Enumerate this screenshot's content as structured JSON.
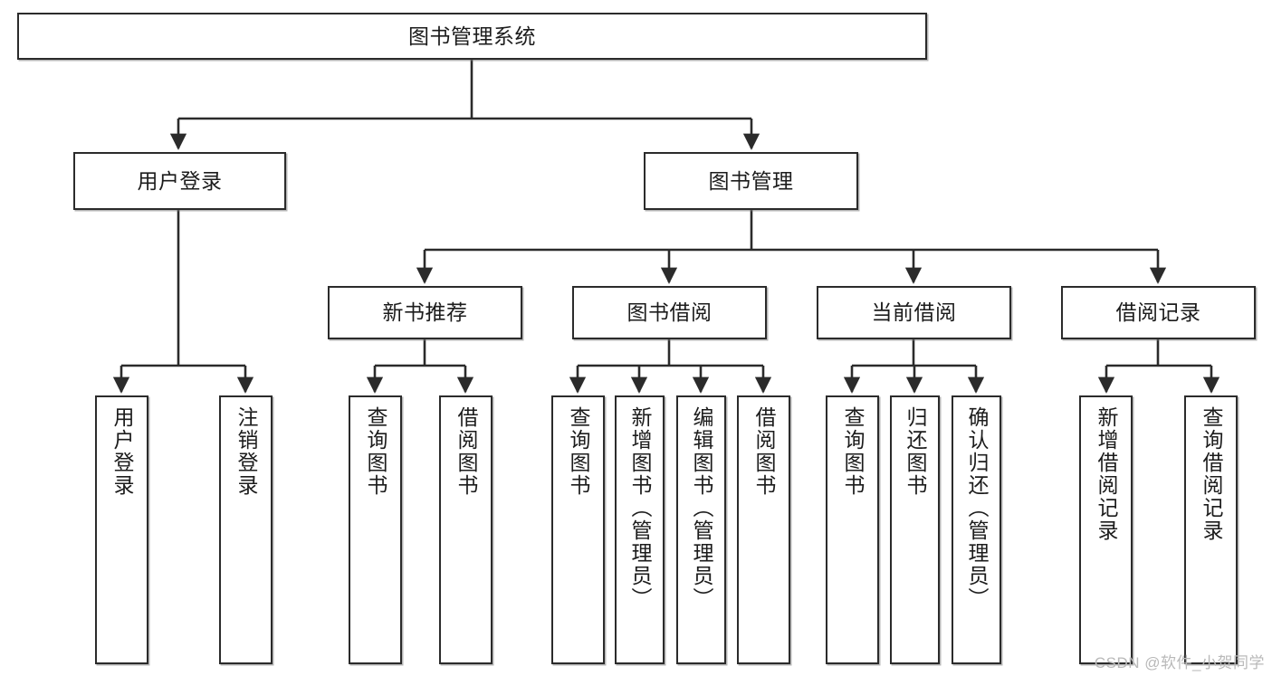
{
  "diagram": {
    "type": "tree",
    "title": "图书管理系统",
    "watermark": "CSDN @软件_小贺同学",
    "colors": {
      "stroke": "#2b2b2b",
      "fill": "#ffffff",
      "text": "#1c1c1c",
      "watermark": "#b9b9b9"
    },
    "levels": {
      "root": [
        "图书管理系统"
      ],
      "level2": [
        "用户登录",
        "图书管理"
      ],
      "level3": [
        "新书推荐",
        "图书借阅",
        "当前借阅",
        "借阅记录"
      ],
      "leaves": [
        "用户登录",
        "注销登录",
        "查询图书",
        "借阅图书",
        "查询图书",
        "新增图书（管理员）",
        "编辑图书（管理员）",
        "借阅图书",
        "查询图书",
        "归还图书",
        "确认归还（管理员）",
        "新增借阅记录",
        "查询借阅记录"
      ]
    },
    "nodes": {
      "root": {
        "label": "图书管理系统"
      },
      "user_login": {
        "label": "用户登录"
      },
      "book_manage": {
        "label": "图书管理"
      },
      "new_book_rec": {
        "label": "新书推荐"
      },
      "book_borrow": {
        "label": "图书借阅"
      },
      "current_borrow": {
        "label": "当前借阅"
      },
      "borrow_record": {
        "label": "借阅记录"
      },
      "leaf_user_login": {
        "label": "用户登录"
      },
      "leaf_logout": {
        "label": "注销登录"
      },
      "leaf_query_book_a": {
        "label": "查询图书"
      },
      "leaf_borrow_book_a": {
        "label": "借阅图书"
      },
      "leaf_query_book_b": {
        "label": "查询图书"
      },
      "leaf_add_book": {
        "label": "新增图书（管理员）"
      },
      "leaf_edit_book": {
        "label": "编辑图书（管理员）"
      },
      "leaf_borrow_book_b": {
        "label": "借阅图书"
      },
      "leaf_query_book_c": {
        "label": "查询图书"
      },
      "leaf_return_book": {
        "label": "归还图书"
      },
      "leaf_confirm_return": {
        "label": "确认归还（管理员）"
      },
      "leaf_add_record": {
        "label": "新增借阅记录"
      },
      "leaf_query_record": {
        "label": "查询借阅记录"
      }
    }
  }
}
